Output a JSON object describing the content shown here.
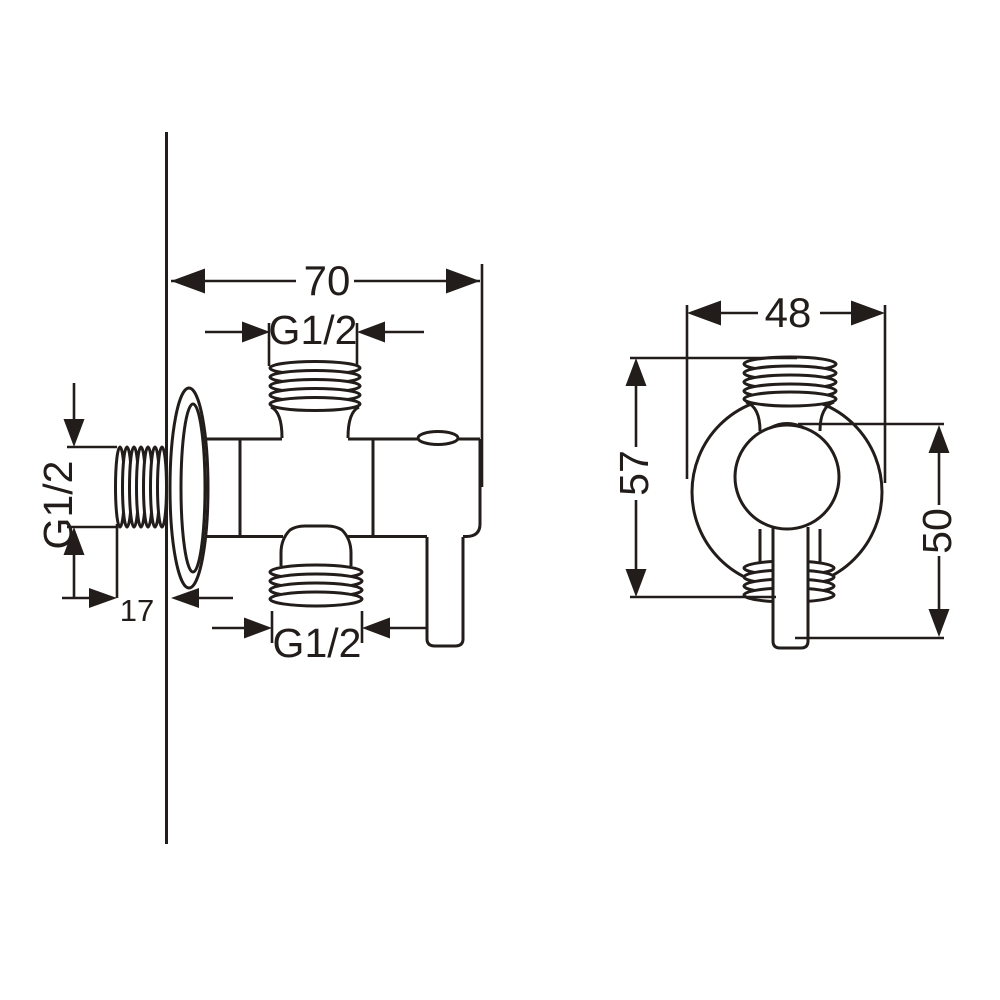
{
  "drawing": {
    "background_color": "#ffffff",
    "line_color": "#221d1a",
    "side_view": {
      "dims": {
        "overall_depth": "70",
        "top_outlet_thread": "G1/2",
        "inlet_thread": "G1/2",
        "wall_protrusion": "17",
        "bottom_outlet_thread": "G1/2"
      }
    },
    "front_view": {
      "dims": {
        "width": "48",
        "height": "57",
        "handle_drop": "50"
      }
    }
  }
}
